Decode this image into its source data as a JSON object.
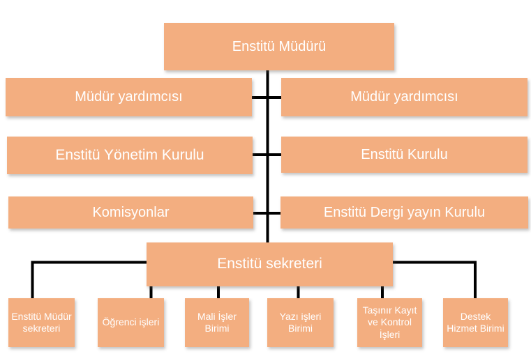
{
  "diagram": {
    "type": "org-chart",
    "colors": {
      "box_fill": "#F3AE80",
      "box_text": "#FFFFFF",
      "connector": "#000000",
      "background": "#FFFFFF"
    },
    "nodes": {
      "director": "Enstitü Müdürü",
      "deputy_left": "Müdür yardımcısı",
      "deputy_right": "Müdür yardımcısı",
      "management_board": "Enstitü Yönetim Kurulu",
      "institute_board": "Enstitü Kurulu",
      "commissions": "Komisyonlar",
      "journal_board": "Enstitü Dergi yayın Kurulu",
      "secretary": "Enstitü sekreteri",
      "director_secretary": "Enstitü Müdür sekreteri",
      "student_affairs": "Öğrenci işleri",
      "financial_affairs": "Mali İşler Birimi",
      "correspondence": "Yazı işleri Birimi",
      "movable_registry": "Taşınır Kayıt ve Kontrol İşleri",
      "support_services": "Destek Hizmet Birimi"
    }
  }
}
